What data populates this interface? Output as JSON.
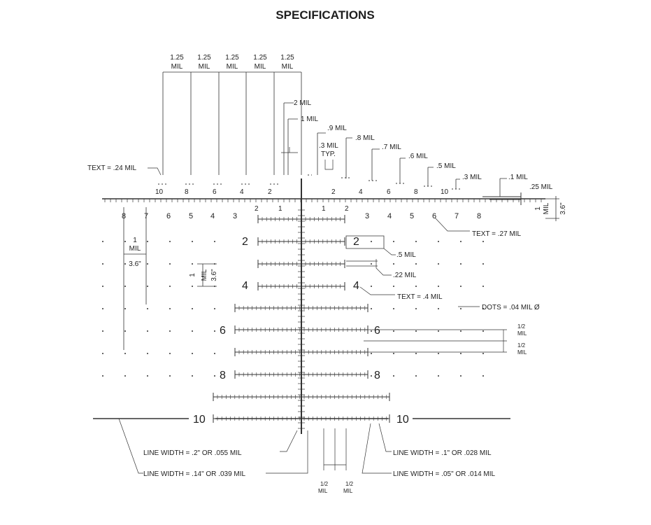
{
  "title": "SPECIFICATIONS",
  "spacing_labels": [
    "1.25",
    "1.25",
    "1.25",
    "1.25",
    "1.25"
  ],
  "spacing_unit": "MIL",
  "stadia_labels": {
    "two": "2 MIL",
    "one": "1 MIL",
    "p9": ".9 MIL",
    "p8": ".8 MIL",
    "p7": ".7 MIL",
    "p6": ".6 MIL",
    "p5": ".5 MIL",
    "p3": ".3 MIL",
    "p1": ".1 MIL",
    "p25": ".25 MIL",
    "typ_a": ".3 MIL",
    "typ_b": "TYP."
  },
  "notes": {
    "text24": "TEXT = .24 MIL",
    "text27": "TEXT = .27 MIL",
    "text4": "TEXT = .4 MIL",
    "dots": "DOTS = .04 MIL Ø",
    "p5": ".5 MIL",
    "p22": ".22 MIL",
    "half_a": "1/2",
    "half_mil_a": "MIL",
    "half_b": "1/2",
    "half_mil_b": "MIL",
    "lw1": "LINE WIDTH = .2\" OR .055 MIL",
    "lw2": "LINE WIDTH = .14\" OR .039 MIL",
    "lw3": "LINE WIDTH = .1\" OR .028 MIL",
    "lw4": "LINE WIDTH = .05\" OR .014 MIL",
    "bottom_half_a": "1/2",
    "bottom_mil_a": "MIL",
    "bottom_half_b": "1/2",
    "bottom_mil_b": "MIL"
  },
  "scale": {
    "upper_left": [
      "10",
      "8",
      "6",
      "4",
      "2"
    ],
    "upper_right": [
      "2",
      "4",
      "6",
      "8",
      "10"
    ],
    "lower_left": [
      "8",
      "7",
      "6",
      "5",
      "4",
      "3",
      "2",
      "1"
    ],
    "lower_right": [
      "1",
      "2",
      "3",
      "4",
      "5",
      "6",
      "7",
      "8"
    ]
  },
  "side_dims": {
    "right_one": "1",
    "right_mil": "MIL",
    "right_36": "3.6\"",
    "left_one": "1",
    "left_mil": "MIL",
    "left_36": "3.6\"",
    "mid_one": "1",
    "mid_mil": "MIL",
    "mid_36": "3.6\""
  },
  "reticle_labels": {
    "two_left": "2",
    "two_right": "2",
    "four_left": "4",
    "four_right": "4",
    "six_left": "6",
    "six_right": "6",
    "eight_left": "8",
    "eight_right": "8",
    "ten_left": "10",
    "ten_right": "10"
  }
}
